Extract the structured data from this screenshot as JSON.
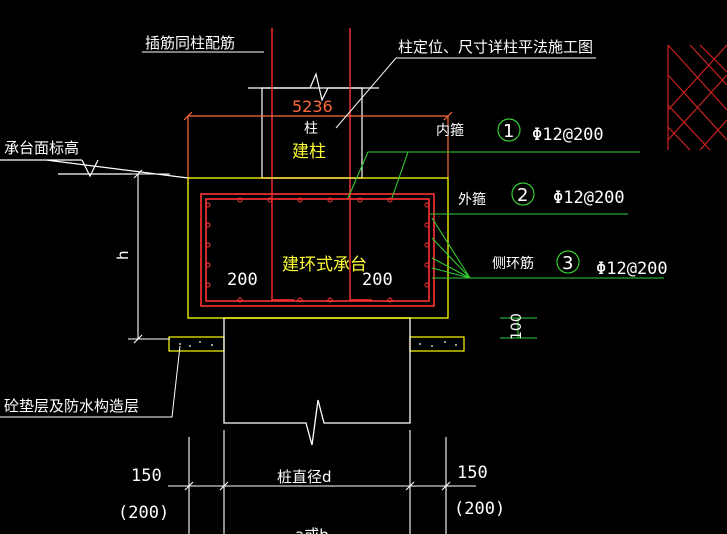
{
  "labels": {
    "dowel_rebar": "插筋同柱配筋",
    "column_ref": "柱定位、尺寸详柱平法施工图",
    "cap_top_elev": "承台面标高",
    "inner_stirrup": "内箍",
    "outer_stirrup": "外箍",
    "side_ring": "侧环筋",
    "column_short": "柱",
    "build_column": "建柱",
    "build_cap": "建环式承台",
    "cushion": "砼垫层及防水构造层",
    "pile_diameter": "桩直径d",
    "h": "h",
    "a_or_b": "a或b",
    "dim_5236": "5236",
    "dim_200_left": "200",
    "dim_200_right": "200",
    "dim_100": "100",
    "dim_150_left": "150",
    "dim_150_right": "150",
    "dim_200p_left": "(200)",
    "dim_200p_right": "(200)"
  },
  "callouts": [
    {
      "no": "1",
      "spec": "Φ12@200"
    },
    {
      "no": "2",
      "spec": "Φ12@200"
    },
    {
      "no": "3",
      "spec": "Φ12@200"
    }
  ],
  "colors": {
    "background": "#000000",
    "cap_outline": "#ffff00",
    "rebar": "#ff3333",
    "leader": "#33cc33",
    "dimension": "#ffffff",
    "column_top": "#ff66ff",
    "accent_orange": "#ff6a3d",
    "grid_red": "#cc2222"
  }
}
